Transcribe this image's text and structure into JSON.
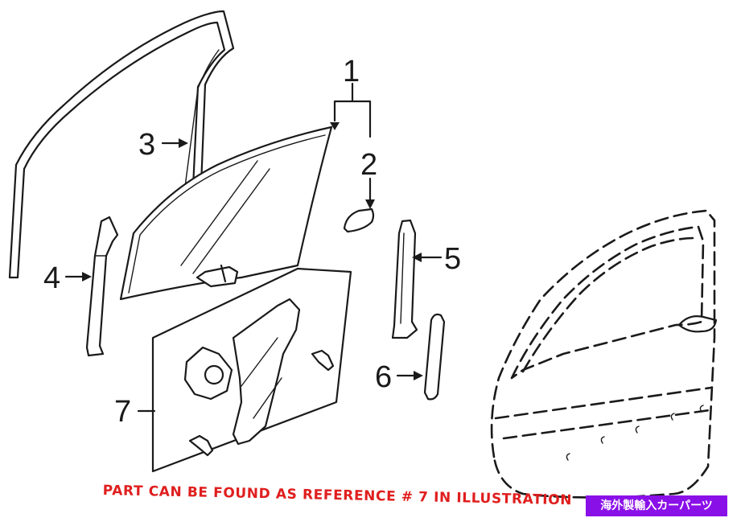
{
  "callouts": {
    "c1": "1",
    "c2": "2",
    "c3": "3",
    "c4": "4",
    "c5": "5",
    "c6": "6",
    "c7": "7"
  },
  "caption": "PART CAN BE FOUND AS REFERENCE # 7 IN ILLUSTRATION",
  "badge": "海外製輸入カーパーツ",
  "colors": {
    "caption": "#e01e1e",
    "badge_bg": "#8a10e8",
    "line": "#1a1a1a"
  }
}
